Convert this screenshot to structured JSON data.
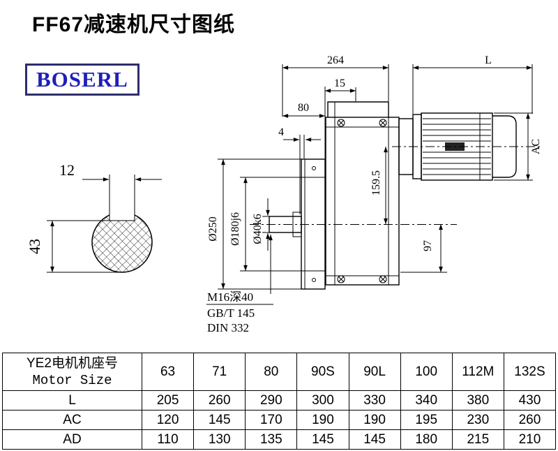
{
  "page": {
    "title": "FF67减速机尺寸图纸",
    "logo": "BOSERL"
  },
  "colors": {
    "logo_text": "#1f1fba",
    "logo_border": "#2d2d6b",
    "line": "#000000"
  },
  "drawing": {
    "dims": {
      "top_width": "264",
      "motor_length": "L",
      "offset_15": "15",
      "offset_80": "80",
      "gap_4": "4",
      "motor_diameter": "AC",
      "keyway_width": "12",
      "shaft_key_height": "43",
      "flange_diameter": "Ø250",
      "spigot_diameter": "Ø180j6",
      "shaft_diameter": "Ø40k6",
      "center_height": "159.5",
      "axis_to_base": "97"
    },
    "notes": {
      "tap": "M16深40",
      "std1": "GB/T 145",
      "std2": "DIN 332"
    }
  },
  "table": {
    "header": {
      "line1": "YE2电机机座号",
      "line2": "Motor Size"
    },
    "sizes": [
      "63",
      "71",
      "80",
      "90S",
      "90L",
      "100",
      "112M",
      "132S"
    ],
    "rows": [
      {
        "label": "L",
        "values": [
          "205",
          "260",
          "290",
          "300",
          "330",
          "340",
          "380",
          "430"
        ]
      },
      {
        "label": "AC",
        "values": [
          "120",
          "145",
          "170",
          "190",
          "190",
          "195",
          "230",
          "260"
        ]
      },
      {
        "label": "AD",
        "values": [
          "110",
          "130",
          "135",
          "145",
          "145",
          "180",
          "215",
          "210"
        ]
      }
    ]
  }
}
